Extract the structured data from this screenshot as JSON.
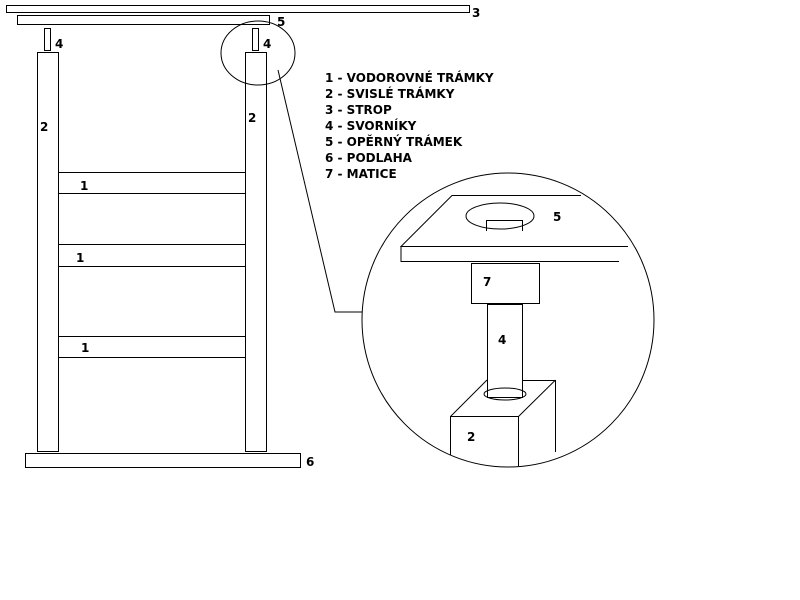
{
  "labels": {
    "ceiling": "3",
    "support_beam": "5",
    "bolt_left": "4",
    "bolt_right": "4",
    "post_left": "2",
    "post_right": "2",
    "crossbar_1": "1",
    "crossbar_2": "1",
    "crossbar_3": "1",
    "floor": "6"
  },
  "legend": [
    "1 - VODOROVNÉ TRÁMKY",
    "2 - SVISLÉ TRÁMKY",
    "3 - STROP",
    "4 - SVORNÍKY",
    "5 - OPĚRNÝ TRÁMEK",
    "6 - PODLAHA",
    "7 - MATICE"
  ],
  "detail": {
    "beam": "5",
    "nut": "7",
    "bolt": "4",
    "post": "2"
  }
}
